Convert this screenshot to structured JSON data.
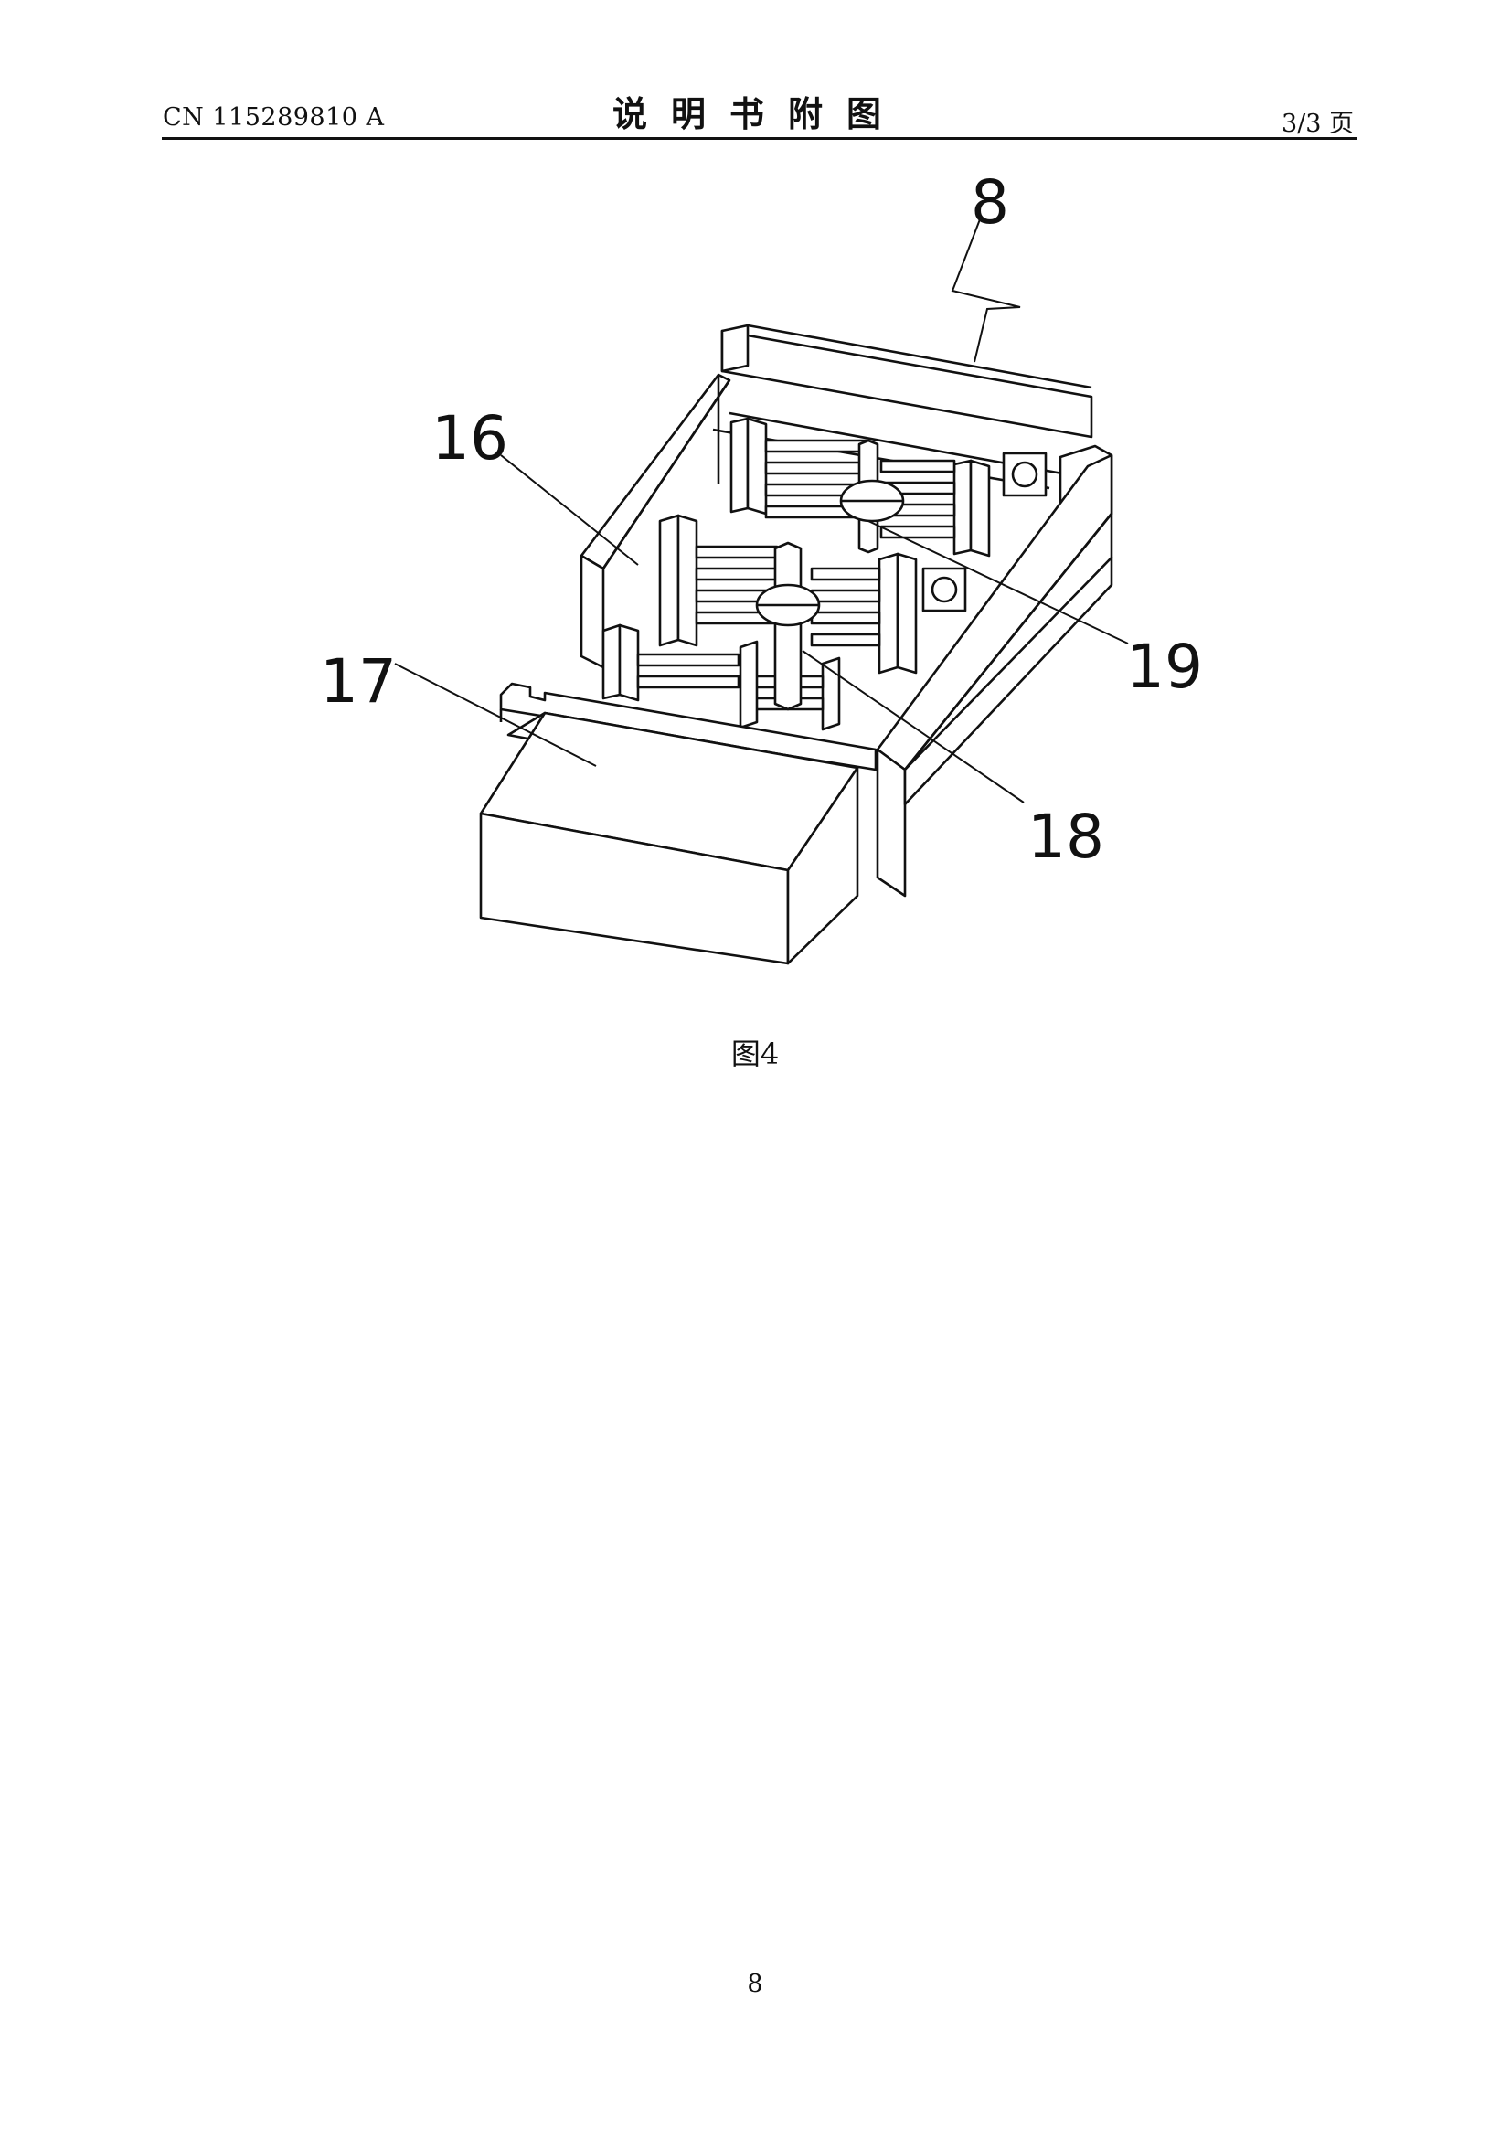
{
  "header": {
    "doc_number": "CN 115289810 A",
    "title": "说明书附图",
    "page_ratio": "3/3 页"
  },
  "figure": {
    "caption": "图4",
    "labels": {
      "l8": "8",
      "l16": "16",
      "l17": "17",
      "l18": "18",
      "l19": "19"
    }
  },
  "footer": {
    "page_number": "8"
  }
}
